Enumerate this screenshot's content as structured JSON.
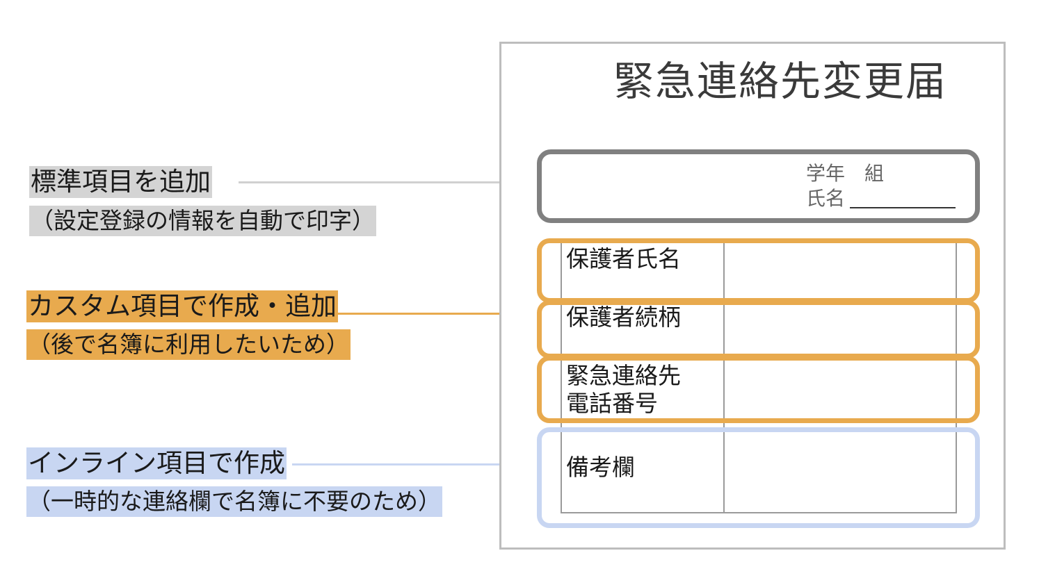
{
  "annotations": {
    "standard": {
      "title": "標準項目を追加",
      "note": "（設定登録の情報を自動で印字）",
      "color": "#d4d4d4"
    },
    "custom": {
      "title": "カスタム項目で作成・追加",
      "note": "（後で名簿に利用したいため）",
      "color": "#e8aa4e"
    },
    "inline": {
      "title": "インライン項目で作成",
      "note": "（一時的な連絡欄で名簿に不要のため）",
      "color": "#c8d6f2"
    }
  },
  "form": {
    "title": "緊急連絡先変更届",
    "header": {
      "grade_class": "学年　組",
      "name_label": "氏名"
    },
    "rows": [
      {
        "label": "保護者氏名"
      },
      {
        "label": "保護者続柄"
      },
      {
        "label_line1": "緊急連絡先",
        "label_line2": "電話番号"
      },
      {
        "label": "備考欄"
      }
    ]
  }
}
